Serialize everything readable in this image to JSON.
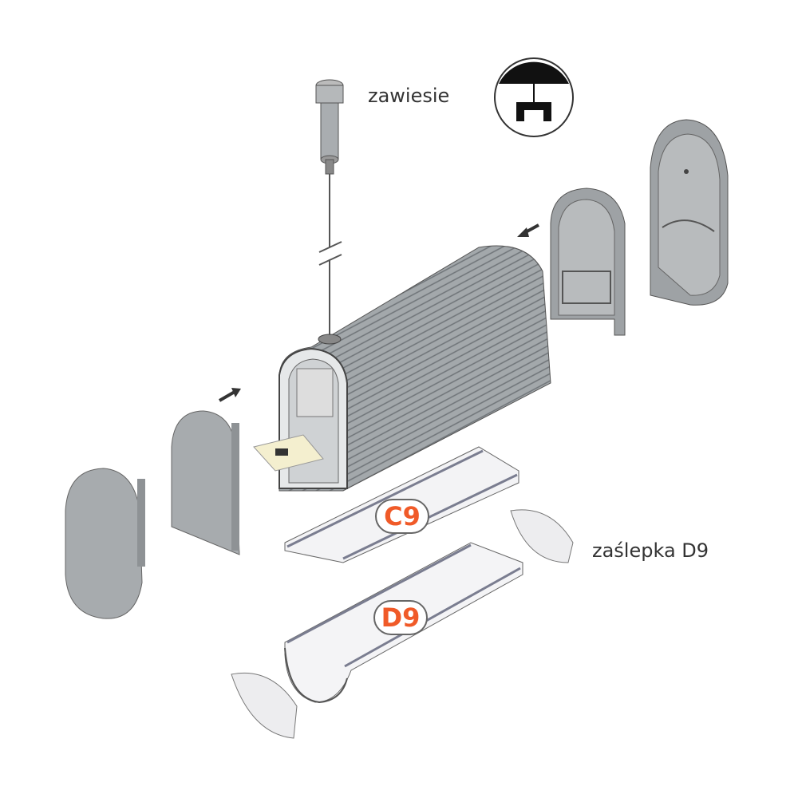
{
  "labels": {
    "suspension": "zawiesie",
    "end_cap_d9": "zaślepka D9"
  },
  "badges": {
    "c9": "C9",
    "d9": "D9"
  },
  "colors": {
    "accent": "#f05a28",
    "profile": "#9a9fa3",
    "cap": "#a7abae"
  },
  "icons": [
    "suspension-mount-symbol-icon",
    "arrow-icon"
  ]
}
